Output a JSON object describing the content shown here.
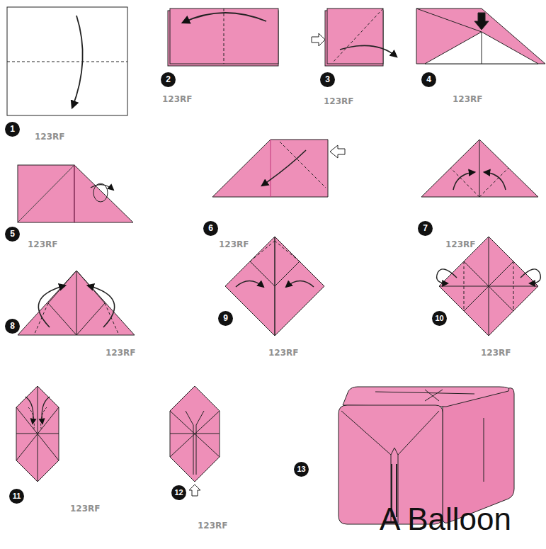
{
  "diagram": {
    "title": "A Balloon",
    "labels": [
      "1",
      "2",
      "3",
      "4",
      "5",
      "6",
      "7",
      "8",
      "9",
      "10",
      "11",
      "12",
      "13",
      "123RF",
      "123RF",
      "123RF",
      "123RF",
      "123RF",
      "123RF",
      "123RF",
      "123RF",
      "123RF",
      "123RF",
      "123RF",
      "123RF"
    ]
  }
}
